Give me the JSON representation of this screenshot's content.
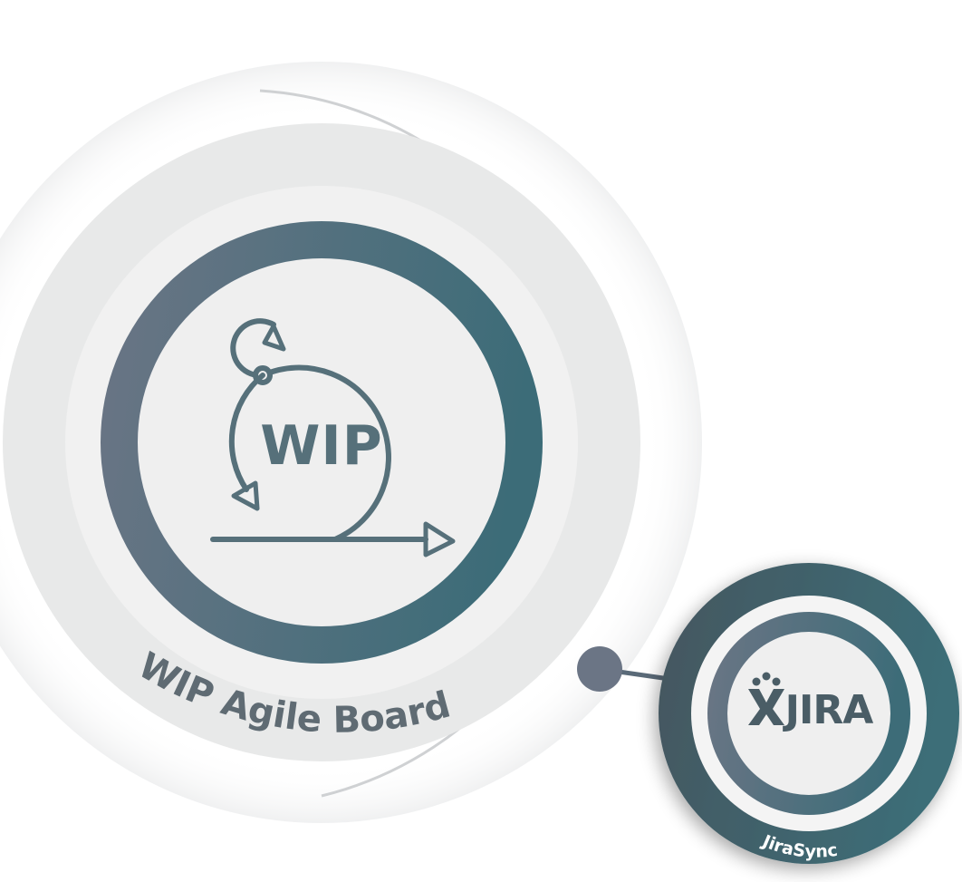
{
  "main_node": {
    "center_label": "WIP",
    "ring_label": "WIP Agile Board",
    "icon": "agile-cycle-icon"
  },
  "sync_node": {
    "logo_text": "JIRA",
    "ring_label": "JiraSync",
    "icon": "jira-logo-icon"
  },
  "colors": {
    "ring_gradient_start": "#6b7585",
    "ring_gradient_end": "#3c6c78",
    "outer_halo": "#e8e9e9",
    "inner_fill": "#efefef",
    "icon_stroke": "#56707a",
    "jira_text": "#4a5d66",
    "label_text": "#5f6b73",
    "connector": "#5a6a78",
    "guide_arc": "#cfd1d3"
  }
}
